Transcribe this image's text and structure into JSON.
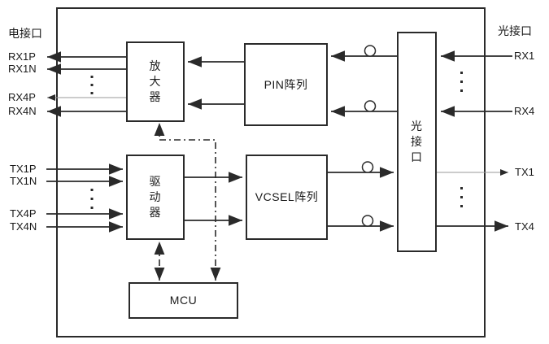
{
  "diagram": {
    "outside": {
      "electrical_label": "电接口",
      "optical_label": "光接口"
    },
    "blocks": {
      "amplifier": {
        "label": "放\n大\n器"
      },
      "pin_array": {
        "label": "PIN阵列"
      },
      "driver": {
        "label": "驱\n动\n器"
      },
      "vcsel_array": {
        "label": "VCSEL阵列"
      },
      "optical_port": {
        "label": "光\n接\n口"
      },
      "mcu": {
        "label": "MCU"
      }
    },
    "ports": {
      "rx_electrical": [
        "RX1P",
        "RX1N",
        "RX4P",
        "RX4N"
      ],
      "tx_electrical": [
        "TX1P",
        "TX1N",
        "TX4P",
        "TX4N"
      ],
      "rx_optical": [
        "RX1",
        "RX4"
      ],
      "tx_optical": [
        "TX1",
        "TX4"
      ]
    },
    "colors": {
      "wire": "#2a2a2a",
      "wire_light": "#9a9a9a",
      "text": "#1a1a1a",
      "background": "#ffffff"
    }
  }
}
